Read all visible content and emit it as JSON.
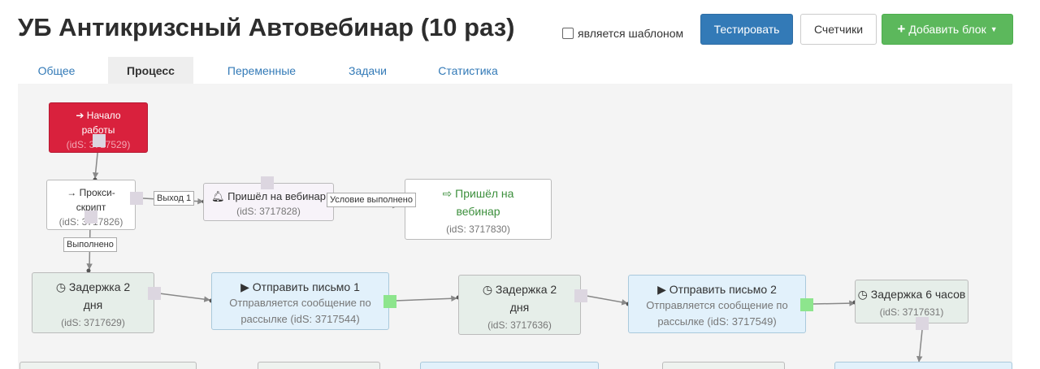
{
  "header": {
    "title": "УБ Антикризсный Автовебинар (10 раз)",
    "template_checkbox_label": "является шаблоном",
    "template_checked": false,
    "buttons": {
      "test": "Тестировать",
      "counters": "Счетчики",
      "add_block": "Добавить блок"
    }
  },
  "tabs": [
    {
      "label": "Общее",
      "active": false
    },
    {
      "label": "Процесс",
      "active": true
    },
    {
      "label": "Переменные",
      "active": false
    },
    {
      "label": "Задачи",
      "active": false
    },
    {
      "label": "Статистика",
      "active": false
    }
  ],
  "blocks": {
    "start": {
      "line1": "Начало",
      "line2": "работы",
      "id": "(idS: 3717529)",
      "icon": "sign-in-icon"
    },
    "proxy": {
      "line1": "Прокси-",
      "line2": "скрипт",
      "id": "(idS: 3717826)",
      "icon": "arrow-right-icon"
    },
    "cond": {
      "title": "Пришёл на вебинар",
      "id": "(idS: 3717828)",
      "icon": "bell-icon"
    },
    "goal": {
      "line1": "Пришёл на",
      "line2": "вебинар",
      "id": "(idS: 3717830)",
      "icon": "sign-out-icon"
    },
    "delay1": {
      "line1": "Задержка 2",
      "line2": "дня",
      "id": "(idS: 3717629)",
      "icon": "clock-icon"
    },
    "send1": {
      "title": "Отправить письмо 1",
      "sub1": "Отправляется сообщение по",
      "sub2": "рассылке (idS: 3717544)",
      "icon": "play-icon"
    },
    "delay2": {
      "line1": "Задержка 2",
      "line2": "дня",
      "id": "(idS: 3717636)",
      "icon": "clock-icon"
    },
    "send2": {
      "title": "Отправить письмо 2",
      "sub1": "Отправляется сообщение по",
      "sub2": "рассылке (idS: 3717549)",
      "icon": "play-icon"
    },
    "delay3": {
      "title": "Задержка 6 часов",
      "id": "(idS: 3717631)",
      "icon": "clock-icon"
    }
  },
  "edge_labels": {
    "exit1": "Выход 1",
    "condition_met": "Условие выполнено",
    "done": "Выполнено"
  },
  "colors": {
    "start_block": "#d9213d",
    "primary_button": "#337ab7",
    "success_button": "#5cb85c",
    "goal_text": "#3c8f3c",
    "send_block": "#e2f1fb",
    "delay_block": "#e6eee9"
  }
}
